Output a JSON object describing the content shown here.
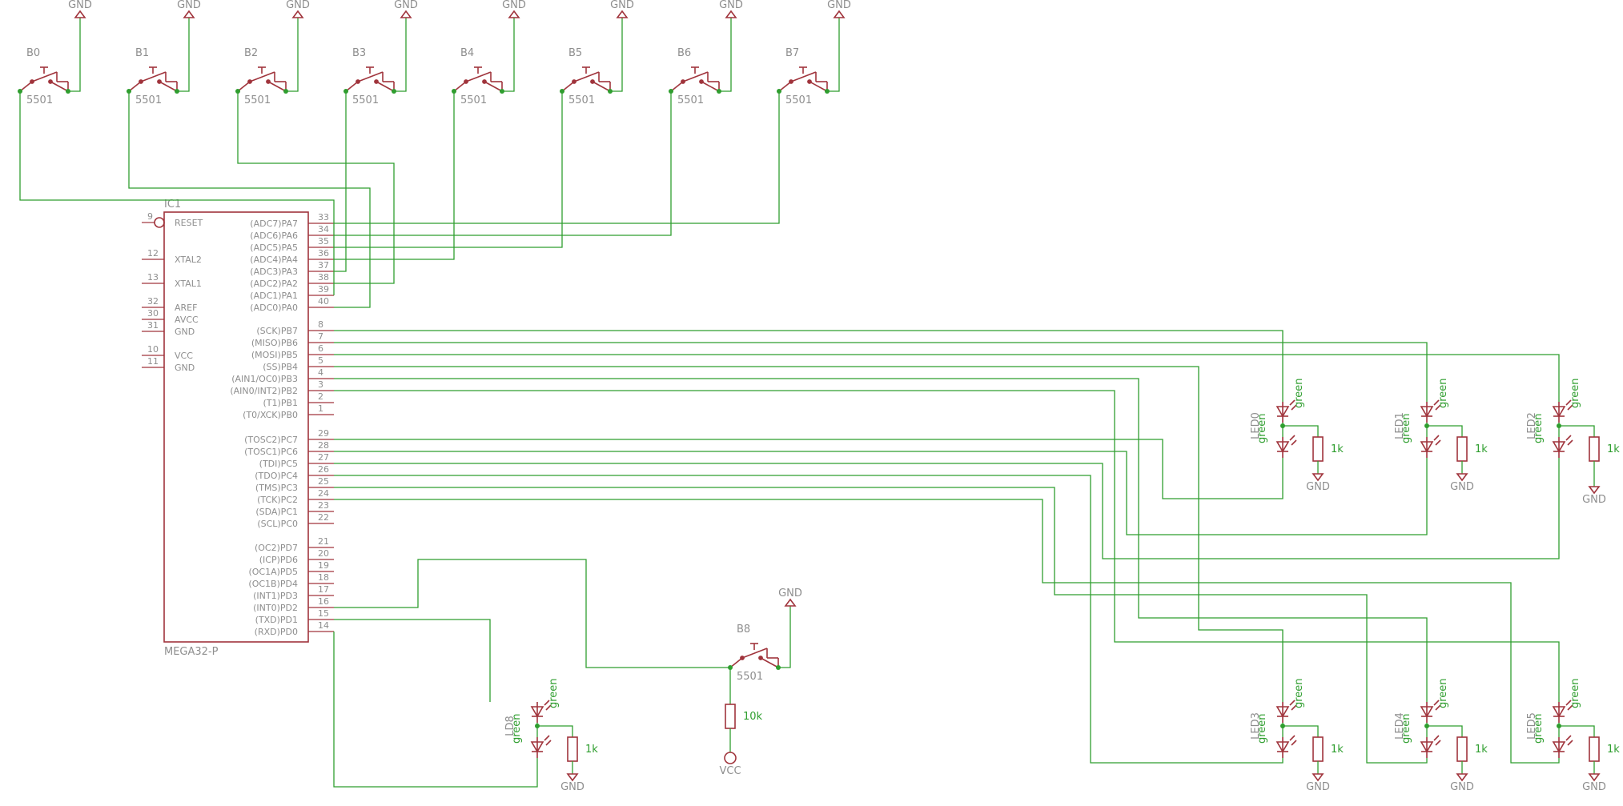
{
  "gnd_label": "GND",
  "vcc_label": "VCC",
  "ic": {
    "ref": "IC1",
    "part": "MEGA32-P",
    "left_pins": [
      {
        "num": "9",
        "name": "RESET"
      },
      {
        "num": "12",
        "name": "XTAL2"
      },
      {
        "num": "13",
        "name": "XTAL1"
      },
      {
        "num": "32",
        "name": "AREF"
      },
      {
        "num": "30",
        "name": "AVCC"
      },
      {
        "num": "31",
        "name": "GND"
      },
      {
        "num": "10",
        "name": "VCC"
      },
      {
        "num": "11",
        "name": "GND"
      }
    ],
    "right_pins": [
      {
        "num": "33",
        "name": "(ADC7)PA7"
      },
      {
        "num": "34",
        "name": "(ADC6)PA6"
      },
      {
        "num": "35",
        "name": "(ADC5)PA5"
      },
      {
        "num": "36",
        "name": "(ADC4)PA4"
      },
      {
        "num": "37",
        "name": "(ADC3)PA3"
      },
      {
        "num": "38",
        "name": "(ADC2)PA2"
      },
      {
        "num": "39",
        "name": "(ADC1)PA1"
      },
      {
        "num": "40",
        "name": "(ADC0)PA0"
      },
      {
        "num": "8",
        "name": "(SCK)PB7"
      },
      {
        "num": "7",
        "name": "(MISO)PB6"
      },
      {
        "num": "6",
        "name": "(MOSI)PB5"
      },
      {
        "num": "5",
        "name": "(SS)PB4"
      },
      {
        "num": "4",
        "name": "(AIN1/OC0)PB3"
      },
      {
        "num": "3",
        "name": "(AIN0/INT2)PB2"
      },
      {
        "num": "2",
        "name": "(T1)PB1"
      },
      {
        "num": "1",
        "name": "(T0/XCK)PB0"
      },
      {
        "num": "29",
        "name": "(TOSC2)PC7"
      },
      {
        "num": "28",
        "name": "(TOSC1)PC6"
      },
      {
        "num": "27",
        "name": "(TDI)PC5"
      },
      {
        "num": "26",
        "name": "(TDO)PC4"
      },
      {
        "num": "25",
        "name": "(TMS)PC3"
      },
      {
        "num": "24",
        "name": "(TCK)PC2"
      },
      {
        "num": "23",
        "name": "(SDA)PC1"
      },
      {
        "num": "22",
        "name": "(SCL)PC0"
      },
      {
        "num": "21",
        "name": "(OC2)PD7"
      },
      {
        "num": "20",
        "name": "(ICP)PD6"
      },
      {
        "num": "19",
        "name": "(OC1A)PD5"
      },
      {
        "num": "18",
        "name": "(OC1B)PD4"
      },
      {
        "num": "17",
        "name": "(INT1)PD3"
      },
      {
        "num": "16",
        "name": "(INT0)PD2"
      },
      {
        "num": "15",
        "name": "(TXD)PD1"
      },
      {
        "num": "14",
        "name": "(RXD)PD0"
      }
    ]
  },
  "buttons": [
    {
      "name": "B0",
      "value": "5501"
    },
    {
      "name": "B1",
      "value": "5501"
    },
    {
      "name": "B2",
      "value": "5501"
    },
    {
      "name": "B3",
      "value": "5501"
    },
    {
      "name": "B4",
      "value": "5501"
    },
    {
      "name": "B5",
      "value": "5501"
    },
    {
      "name": "B6",
      "value": "5501"
    },
    {
      "name": "B7",
      "value": "5501"
    },
    {
      "name": "B8",
      "value": "5501"
    }
  ],
  "leds": [
    {
      "name": "LED0",
      "color": "green",
      "resistor": "1k"
    },
    {
      "name": "LED1",
      "color": "green",
      "resistor": "1k"
    },
    {
      "name": "LED2",
      "color": "green",
      "resistor": "1k"
    },
    {
      "name": "LED3",
      "color": "green",
      "resistor": "1k"
    },
    {
      "name": "LED4",
      "color": "green",
      "resistor": "1k"
    },
    {
      "name": "LED5",
      "color": "green",
      "resistor": "1k"
    },
    {
      "name": "LD8",
      "color": "green",
      "resistor": "1k"
    }
  ],
  "pullup": {
    "value": "10k"
  },
  "colors": {
    "wire": "#2f9e2f",
    "part": "#a0343c",
    "text": "#8e8e8e",
    "value": "#2f9e2f"
  }
}
